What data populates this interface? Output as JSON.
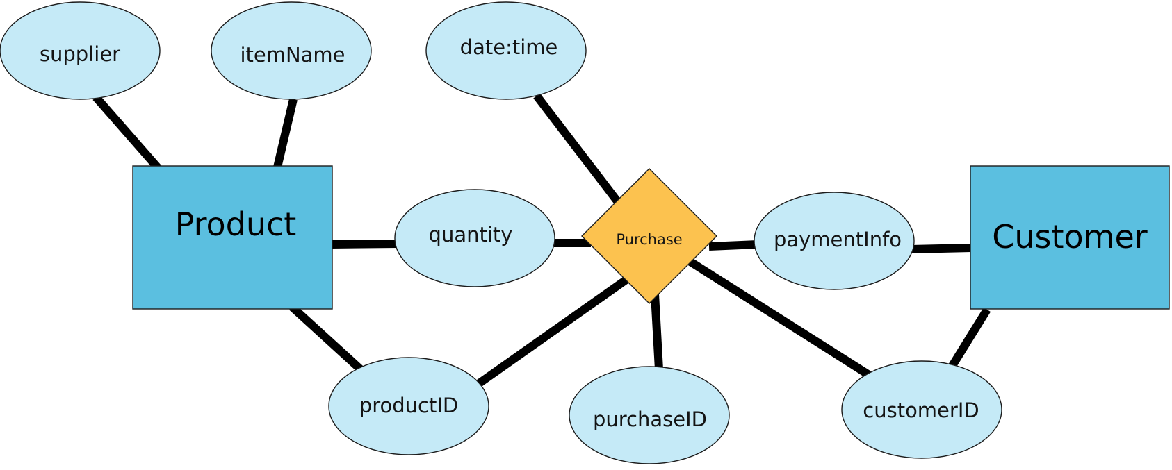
{
  "diagram": {
    "entities": {
      "product": "Product",
      "customer": "Customer"
    },
    "relationship": {
      "purchase": "Purchase"
    },
    "attributes": {
      "supplier": "supplier",
      "itemName": "itemName",
      "dateTime": "date:time",
      "quantity": "quantity",
      "paymentInfo": "paymentInfo",
      "productID": "productID",
      "purchaseID": "purchaseID",
      "customerID": "customerID"
    },
    "colors": {
      "attribute_fill": "#c5eaf7",
      "entity_fill": "#5bbfe0",
      "relationship_fill": "#fcc24f",
      "connector": "#000000"
    }
  }
}
